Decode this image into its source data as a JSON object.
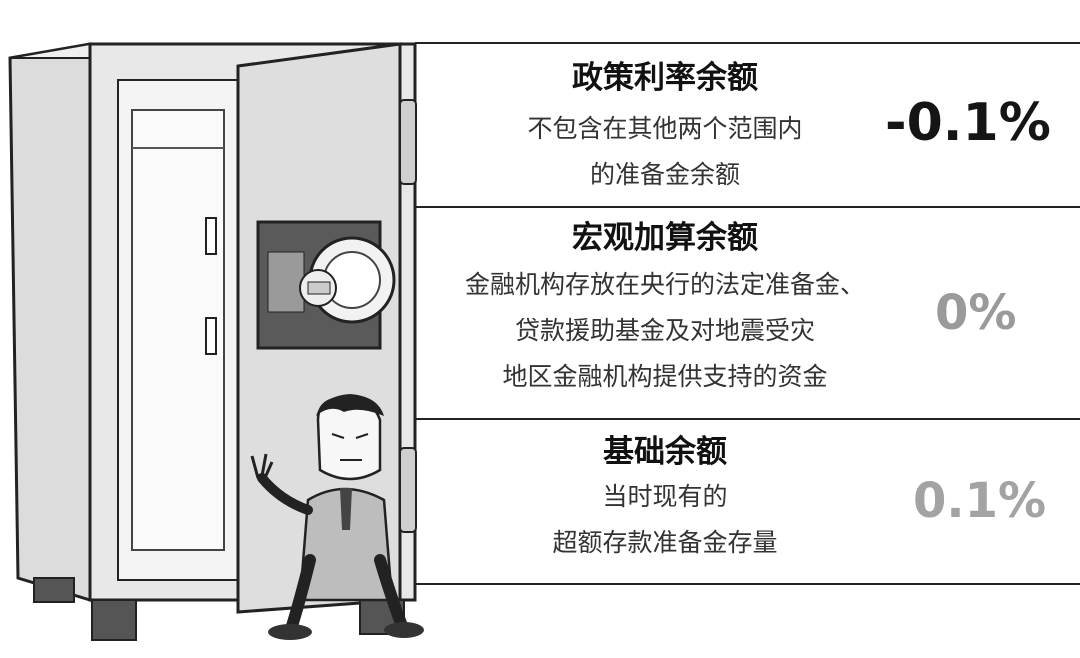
{
  "colors": {
    "rate_policy": "#151515",
    "rate_macro": "#9a9a9a",
    "rate_basic": "#a3a3a3",
    "safe_body": "#e6e6e6",
    "safe_outline": "#222222"
  },
  "tiers": [
    {
      "title": "政策利率余额",
      "lines": [
        "不包含在其他两个范围内",
        "的准备金余额"
      ],
      "rate": "-0.1%"
    },
    {
      "title": "宏观加算余额",
      "lines": [
        "金融机构存放在央行的法定准备金、",
        "贷款援助基金及对地震受灾",
        "地区金融机构提供支持的资金"
      ],
      "rate": "0%"
    },
    {
      "title": "基础余额",
      "lines": [
        "当时现有的",
        "超额存款准备金存量"
      ],
      "rate": "0.1%"
    }
  ]
}
